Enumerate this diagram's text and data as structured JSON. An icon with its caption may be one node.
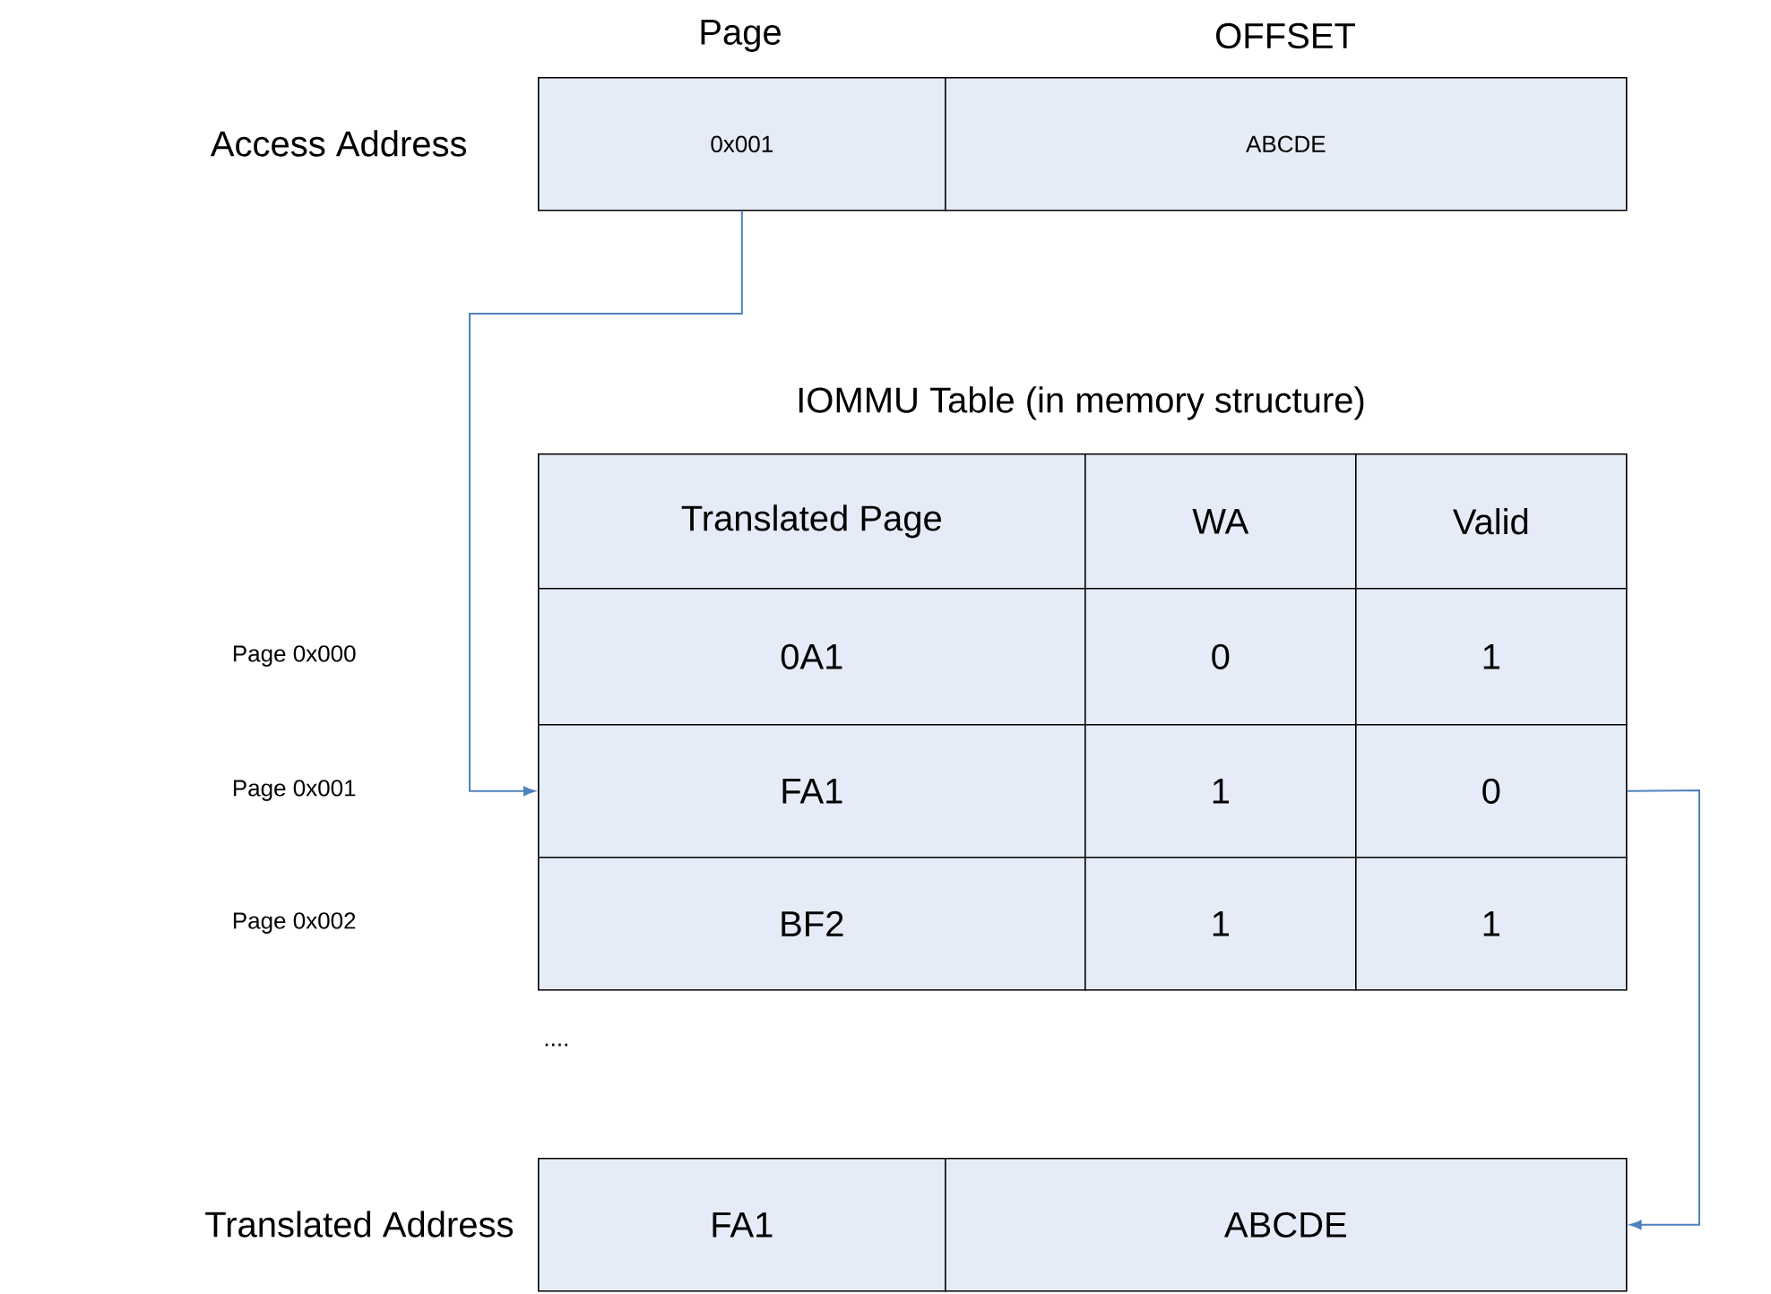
{
  "diagram": {
    "nodes": [
      {
        "text": [
          "0x001"
        ]
      },
      {
        "text": [
          "ABCDE"
        ]
      },
      {
        "text": [
          "Translated Page"
        ]
      },
      {
        "text": [
          "WA"
        ]
      },
      {
        "text": [
          "Valid"
        ]
      },
      {
        "text": [
          "0A1"
        ]
      },
      {
        "text": [
          "0"
        ]
      },
      {
        "text": [
          "1"
        ]
      },
      {
        "text": [
          "FA1"
        ]
      },
      {
        "text": [
          "1"
        ]
      },
      {
        "text": [
          "0"
        ]
      },
      {
        "text": [
          "BF2"
        ]
      },
      {
        "text": [
          "1"
        ]
      },
      {
        "text": [
          "1"
        ]
      },
      {
        "text": [
          "FA1"
        ]
      },
      {
        "text": [
          "ABCDE"
        ]
      }
    ],
    "edges": [
      {
        "from": 0,
        "to": 8,
        "arrow": "to"
      },
      {
        "from": 10,
        "to": 15,
        "arrow": "to"
      }
    ],
    "labels": [
      "Page",
      "OFFSET",
      "Access Address",
      "IOMMU Table (in memory structure)",
      "Page 0x000",
      "Page 0x001",
      "Page 0x002",
      "....",
      "Translated Address"
    ]
  }
}
